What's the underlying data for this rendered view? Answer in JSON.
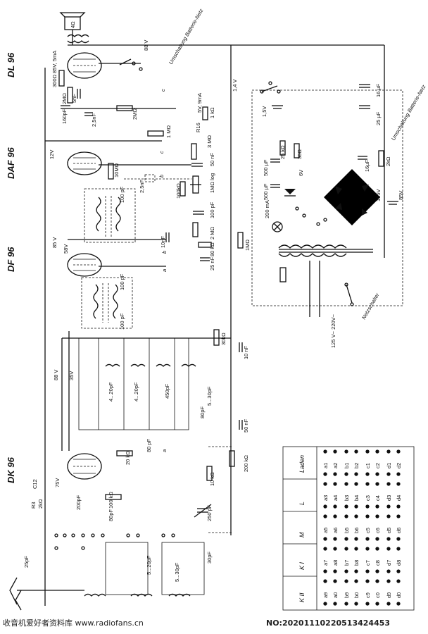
{
  "tubes": [
    {
      "id": "dl96",
      "name": "DL 96"
    },
    {
      "id": "daf96",
      "name": "DAF 96"
    },
    {
      "id": "df96",
      "name": "DF 96"
    },
    {
      "id": "dk96",
      "name": "DK 96"
    }
  ],
  "supply_labels": {
    "v88_top": "88 V",
    "v85_dl": "85V, 5mA",
    "v12": "12V",
    "v85_df": "85 V",
    "v58": "58V",
    "v35": "35V",
    "v88_mid": "88 V",
    "v75": "75V",
    "v14": "1,4 V",
    "v15": "1,5V",
    "v6": "6V",
    "v105": "105V",
    "v85_right": "85V",
    "mains": "125 V~ 220V~"
  },
  "switch_labels": {
    "umschaltung_top": "Umschaltung Batterie-Netz",
    "umschaltung_right": "Umschaltung Batterie-Netz",
    "netzschalter": "Netzschalter"
  },
  "component_labels": {
    "r_300": "300Ω",
    "r_2m_a": "2MΩ",
    "c_5nf": "5nF",
    "c_160pf": "160pF",
    "c_25nf": "2,5nF",
    "r_2m_b": "2MΩ",
    "r_1m_a": "1 MΩ",
    "r_1k_a": "1 kΩ",
    "r_3m": "3 MΩ",
    "c_50nf": "50 nF",
    "r_10m": "10MΩ",
    "c_25nf_b": "2,5nF",
    "r_100k": "100kΩ",
    "r_1m_log": "1MΩ log",
    "c_100pf_a": "100 pF",
    "r_2m_c": "2 MΩ",
    "c_10nf": "10nF",
    "r_80k": "80 kΩ",
    "c_25nf_c": "25 nF",
    "r_1m_b": "1MΩ",
    "r_30k": "30kΩ",
    "c_10nf_b": "10 nF",
    "c_50nf_b": "50 nF",
    "r_200k": "200 kΩ",
    "r_20k": "20 kΩ",
    "c_80pf": "80 pF",
    "r_10k": "10 kΩ",
    "r_100k_b": "100 kΩ",
    "c_200pf": "200pF",
    "c_80pf_b": "80pF",
    "c_250pf": "250 pF",
    "r_2k": "2kΩ",
    "c_25pf": "25pF",
    "c_30pf": "30pF",
    "c_5_20pf": "5...20pF",
    "c_5_30pf": "5...30pF",
    "c_4_20pf": "4...20pF",
    "c_450pf": "450pF",
    "c_16uf": "16 µF",
    "c_25uf": "25 µF",
    "c_500uf": "500 µF",
    "c_500uf_b": "500 µF",
    "r_25k": "25 kΩ",
    "r_30_ohm": "30Ω",
    "c_16uf_b": "16µF",
    "r_2k_b": "2kΩ",
    "r_200ma": "200 mA",
    "c_12": "C12",
    "r_3": "R3",
    "speaker": "4Ω",
    "bsw_mark": "5V, 9mA",
    "r_16": "R16"
  },
  "band_table": {
    "bands": [
      "Laden",
      "L",
      "M",
      "K I",
      "K II"
    ],
    "contacts": [
      [
        "a1",
        "a2",
        "b1",
        "b2",
        "c1",
        "c2",
        "d1",
        "d2"
      ],
      [
        "a3",
        "a4",
        "b3",
        "b4",
        "c3",
        "c4",
        "d3",
        "d4"
      ],
      [
        "a5",
        "a6",
        "b5",
        "b6",
        "c5",
        "c6",
        "d5",
        "d6"
      ],
      [
        "a7",
        "a8",
        "b7",
        "b8",
        "c7",
        "c8",
        "d7",
        "d8"
      ],
      [
        "a9",
        "a0",
        "b9",
        "b0",
        "c9",
        "c0",
        "d9",
        "d0"
      ]
    ]
  },
  "footer": {
    "left": "收音机爱好者资料库 www.radiofans.cn",
    "right": "NO:20201110220513424453"
  }
}
